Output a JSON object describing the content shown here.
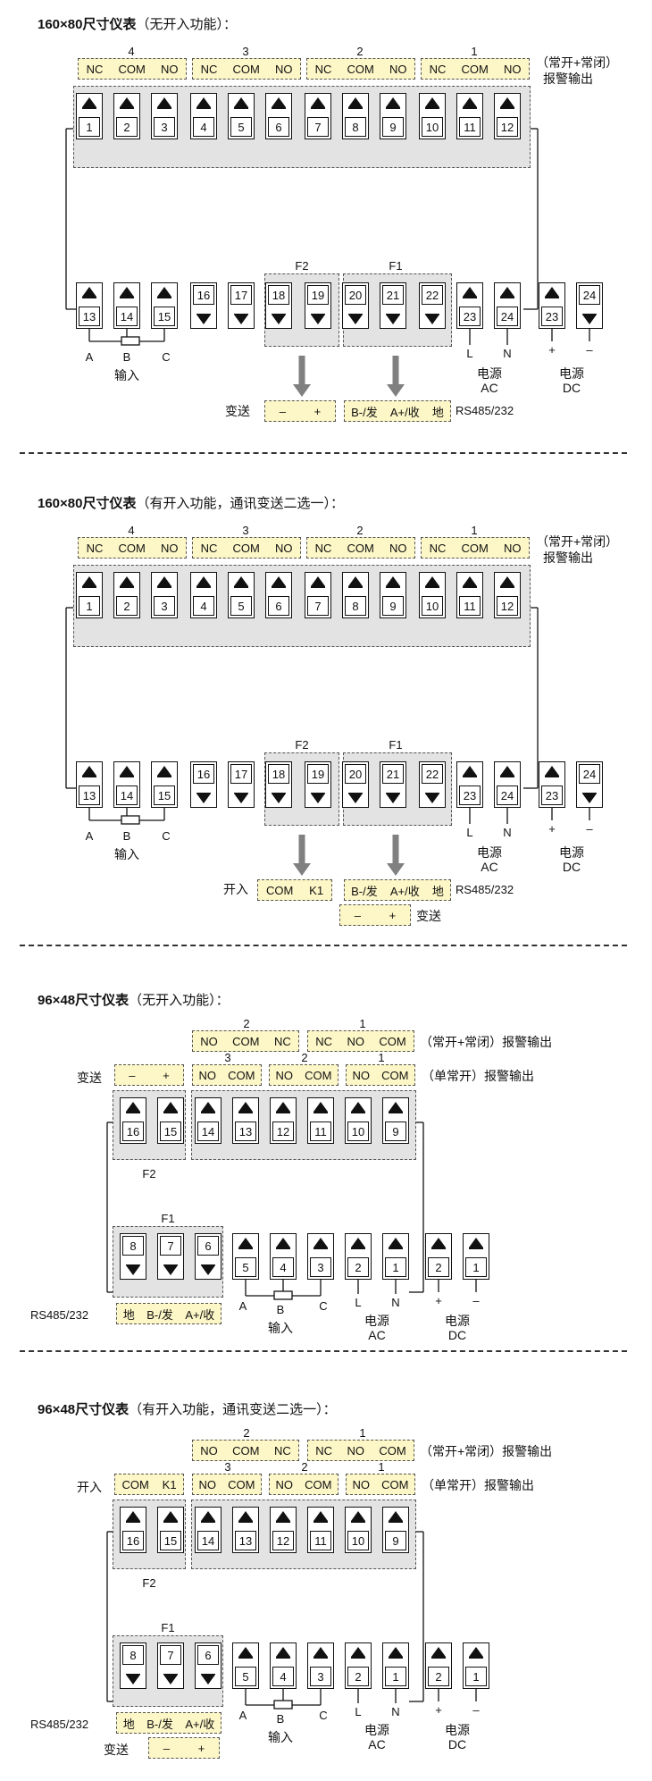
{
  "sections": [
    {
      "title_bold": "160×80尺寸仪表",
      "title_rest": "（无开入功能）：",
      "relay_groups": [
        {
          "num": "4",
          "contacts": [
            "NC",
            "COM",
            "NO"
          ]
        },
        {
          "num": "3",
          "contacts": [
            "NC",
            "COM",
            "NO"
          ]
        },
        {
          "num": "2",
          "contacts": [
            "NC",
            "COM",
            "NO"
          ]
        },
        {
          "num": "1",
          "contacts": [
            "NC",
            "COM",
            "NO"
          ]
        }
      ],
      "alarm_label_1": "（常开+常闭）",
      "alarm_label_2": "报警输出",
      "top_terminals": [
        "1",
        "2",
        "3",
        "4",
        "5",
        "6",
        "7",
        "8",
        "9",
        "10",
        "11",
        "12"
      ],
      "bottom_terminals": [
        "13",
        "14",
        "15",
        "16",
        "17",
        "18",
        "19",
        "20",
        "21",
        "22",
        "23",
        "24",
        "23",
        "24"
      ],
      "f2_label": "F2",
      "f1_label": "F1",
      "input_abc": [
        "A",
        "B",
        "C"
      ],
      "input_label": "输入",
      "ac_ln": [
        "L",
        "N"
      ],
      "ac_label_1": "电源",
      "ac_label_2": "AC",
      "dc_pm": [
        "+",
        "–"
      ],
      "dc_label_1": "电源",
      "dc_label_2": "DC",
      "transmit_label": "变送",
      "transmit_box": [
        "–",
        "+"
      ],
      "comm_box": [
        "B-/发",
        "A+/收",
        "地"
      ],
      "comm_label": "RS485/232"
    },
    {
      "title_bold": "160×80尺寸仪表",
      "title_rest": "（有开入功能，通讯变送二选一）：",
      "relay_groups": [
        {
          "num": "4",
          "contacts": [
            "NC",
            "COM",
            "NO"
          ]
        },
        {
          "num": "3",
          "contacts": [
            "NC",
            "COM",
            "NO"
          ]
        },
        {
          "num": "2",
          "contacts": [
            "NC",
            "COM",
            "NO"
          ]
        },
        {
          "num": "1",
          "contacts": [
            "NC",
            "COM",
            "NO"
          ]
        }
      ],
      "alarm_label_1": "（常开+常闭）",
      "alarm_label_2": "报警输出",
      "top_terminals": [
        "1",
        "2",
        "3",
        "4",
        "5",
        "6",
        "7",
        "8",
        "9",
        "10",
        "11",
        "12"
      ],
      "bottom_terminals": [
        "13",
        "14",
        "15",
        "16",
        "17",
        "18",
        "19",
        "20",
        "21",
        "22",
        "23",
        "24",
        "23",
        "24"
      ],
      "f2_label": "F2",
      "f1_label": "F1",
      "input_abc": [
        "A",
        "B",
        "C"
      ],
      "input_label": "输入",
      "ac_ln": [
        "L",
        "N"
      ],
      "ac_label_1": "电源",
      "ac_label_2": "AC",
      "dc_pm": [
        "+",
        "–"
      ],
      "dc_label_1": "电源",
      "dc_label_2": "DC",
      "switch_label": "开入",
      "switch_box": [
        "COM",
        "K1"
      ],
      "comm_box": [
        "B-/发",
        "A+/收",
        "地"
      ],
      "comm_label": "RS485/232",
      "transmit_box": [
        "–",
        "+"
      ],
      "transmit_label": "变送"
    },
    {
      "title_bold": "96×48尺寸仪表",
      "title_rest": "（无开入功能）：",
      "relay_top_groups": [
        {
          "num": "2",
          "contacts": [
            "NO",
            "COM",
            "NC"
          ]
        },
        {
          "num": "1",
          "contacts": [
            "NC",
            "NO",
            "COM"
          ]
        }
      ],
      "alarm_top_label": "（常开+常闭）报警输出",
      "left_label": "变送",
      "left_box": [
        "–",
        "+"
      ],
      "relay_single_groups": [
        {
          "num": "3",
          "contacts": [
            "NO",
            "COM"
          ]
        },
        {
          "num": "2",
          "contacts": [
            "NO",
            "COM"
          ]
        },
        {
          "num": "1",
          "contacts": [
            "NO",
            "COM"
          ]
        }
      ],
      "alarm_single_label": "（单常开）报警输出",
      "top_terminals": [
        "16",
        "15",
        "14",
        "13",
        "12",
        "11",
        "10",
        "9"
      ],
      "f2_label": "F2",
      "f1_label": "F1",
      "bottom_terminals": [
        "8",
        "7",
        "6",
        "5",
        "4",
        "3",
        "2",
        "1",
        "2",
        "1"
      ],
      "comm_label": "RS485/232",
      "comm_box": [
        "地",
        "B-/发",
        "A+/收"
      ],
      "input_abc": [
        "A",
        "B",
        "C"
      ],
      "input_label": "输入",
      "ac_ln": [
        "L",
        "N"
      ],
      "ac_label_1": "电源",
      "ac_label_2": "AC",
      "dc_pm": [
        "+",
        "–"
      ],
      "dc_label_1": "电源",
      "dc_label_2": "DC"
    },
    {
      "title_bold": "96×48尺寸仪表",
      "title_rest": "（有开入功能，通讯变送二选一）：",
      "relay_top_groups": [
        {
          "num": "2",
          "contacts": [
            "NO",
            "COM",
            "NC"
          ]
        },
        {
          "num": "1",
          "contacts": [
            "NC",
            "NO",
            "COM"
          ]
        }
      ],
      "alarm_top_label": "（常开+常闭）报警输出",
      "left_label": "开入",
      "left_box": [
        "COM",
        "K1"
      ],
      "relay_single_groups": [
        {
          "num": "3",
          "contacts": [
            "NO",
            "COM"
          ]
        },
        {
          "num": "2",
          "contacts": [
            "NO",
            "COM"
          ]
        },
        {
          "num": "1",
          "contacts": [
            "NO",
            "COM"
          ]
        }
      ],
      "alarm_single_label": "（单常开）报警输出",
      "top_terminals": [
        "16",
        "15",
        "14",
        "13",
        "12",
        "11",
        "10",
        "9"
      ],
      "f2_label": "F2",
      "f1_label": "F1",
      "bottom_terminals": [
        "8",
        "7",
        "6",
        "5",
        "4",
        "3",
        "2",
        "1",
        "2",
        "1"
      ],
      "comm_label": "RS485/232",
      "comm_box": [
        "地",
        "B-/发",
        "A+/收"
      ],
      "transmit_label": "变送",
      "transmit_box": [
        "–",
        "+"
      ],
      "input_abc": [
        "A",
        "B",
        "C"
      ],
      "input_label": "输入",
      "ac_ln": [
        "L",
        "N"
      ],
      "ac_label_1": "电源",
      "ac_label_2": "AC",
      "dc_pm": [
        "+",
        "–"
      ],
      "dc_label_1": "电源",
      "dc_label_2": "DC"
    }
  ],
  "colors": {
    "highlight": "#fdf6c6",
    "group_fill": "#e3e3e3",
    "arrow": "#808080",
    "line": "#111111"
  }
}
